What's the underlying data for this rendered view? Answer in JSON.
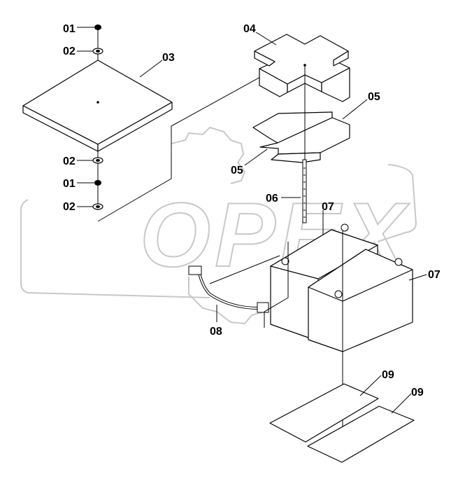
{
  "watermark": {
    "text": "OPEX"
  },
  "callouts": {
    "c01a": "01",
    "c02a": "02",
    "c03": "03",
    "c02b": "02",
    "c01b": "01",
    "c02c": "02",
    "c04": "04",
    "c05a": "05",
    "c05b": "05",
    "c06": "06",
    "c07a": "07",
    "c07b": "07",
    "c08": "08",
    "c09a": "09",
    "c09b": "09"
  }
}
